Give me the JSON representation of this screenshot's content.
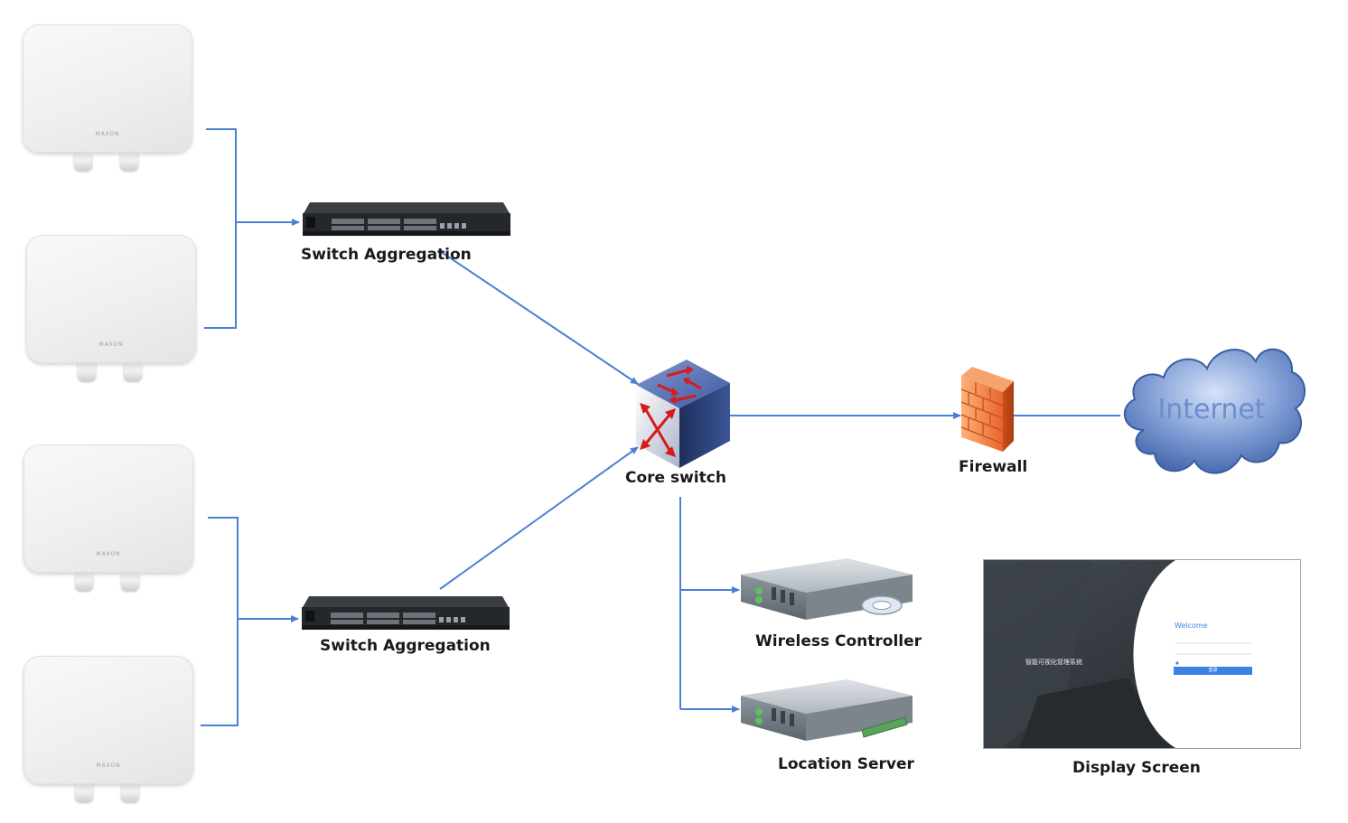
{
  "labels": {
    "switch_top": "Switch Aggregation",
    "switch_bottom": "Switch Aggregation",
    "core": "Core switch",
    "firewall": "Firewall",
    "internet": "Internet",
    "wireless": "Wireless Controller",
    "location": "Location Server",
    "display": "Display Screen"
  },
  "access_points": {
    "brand": "MAXON",
    "count": 4
  },
  "display_screen": {
    "welcome": "Welcome",
    "left_title": "智能可视化管理系统",
    "button": "登录"
  },
  "colors": {
    "link": "#4a7fd6",
    "cloud": "#5d82c4",
    "firewall": "#ee7a3a",
    "switch_body": "#2c2f33",
    "core_cube": "#2f4a8c",
    "arrow_red": "#d81a1a"
  }
}
